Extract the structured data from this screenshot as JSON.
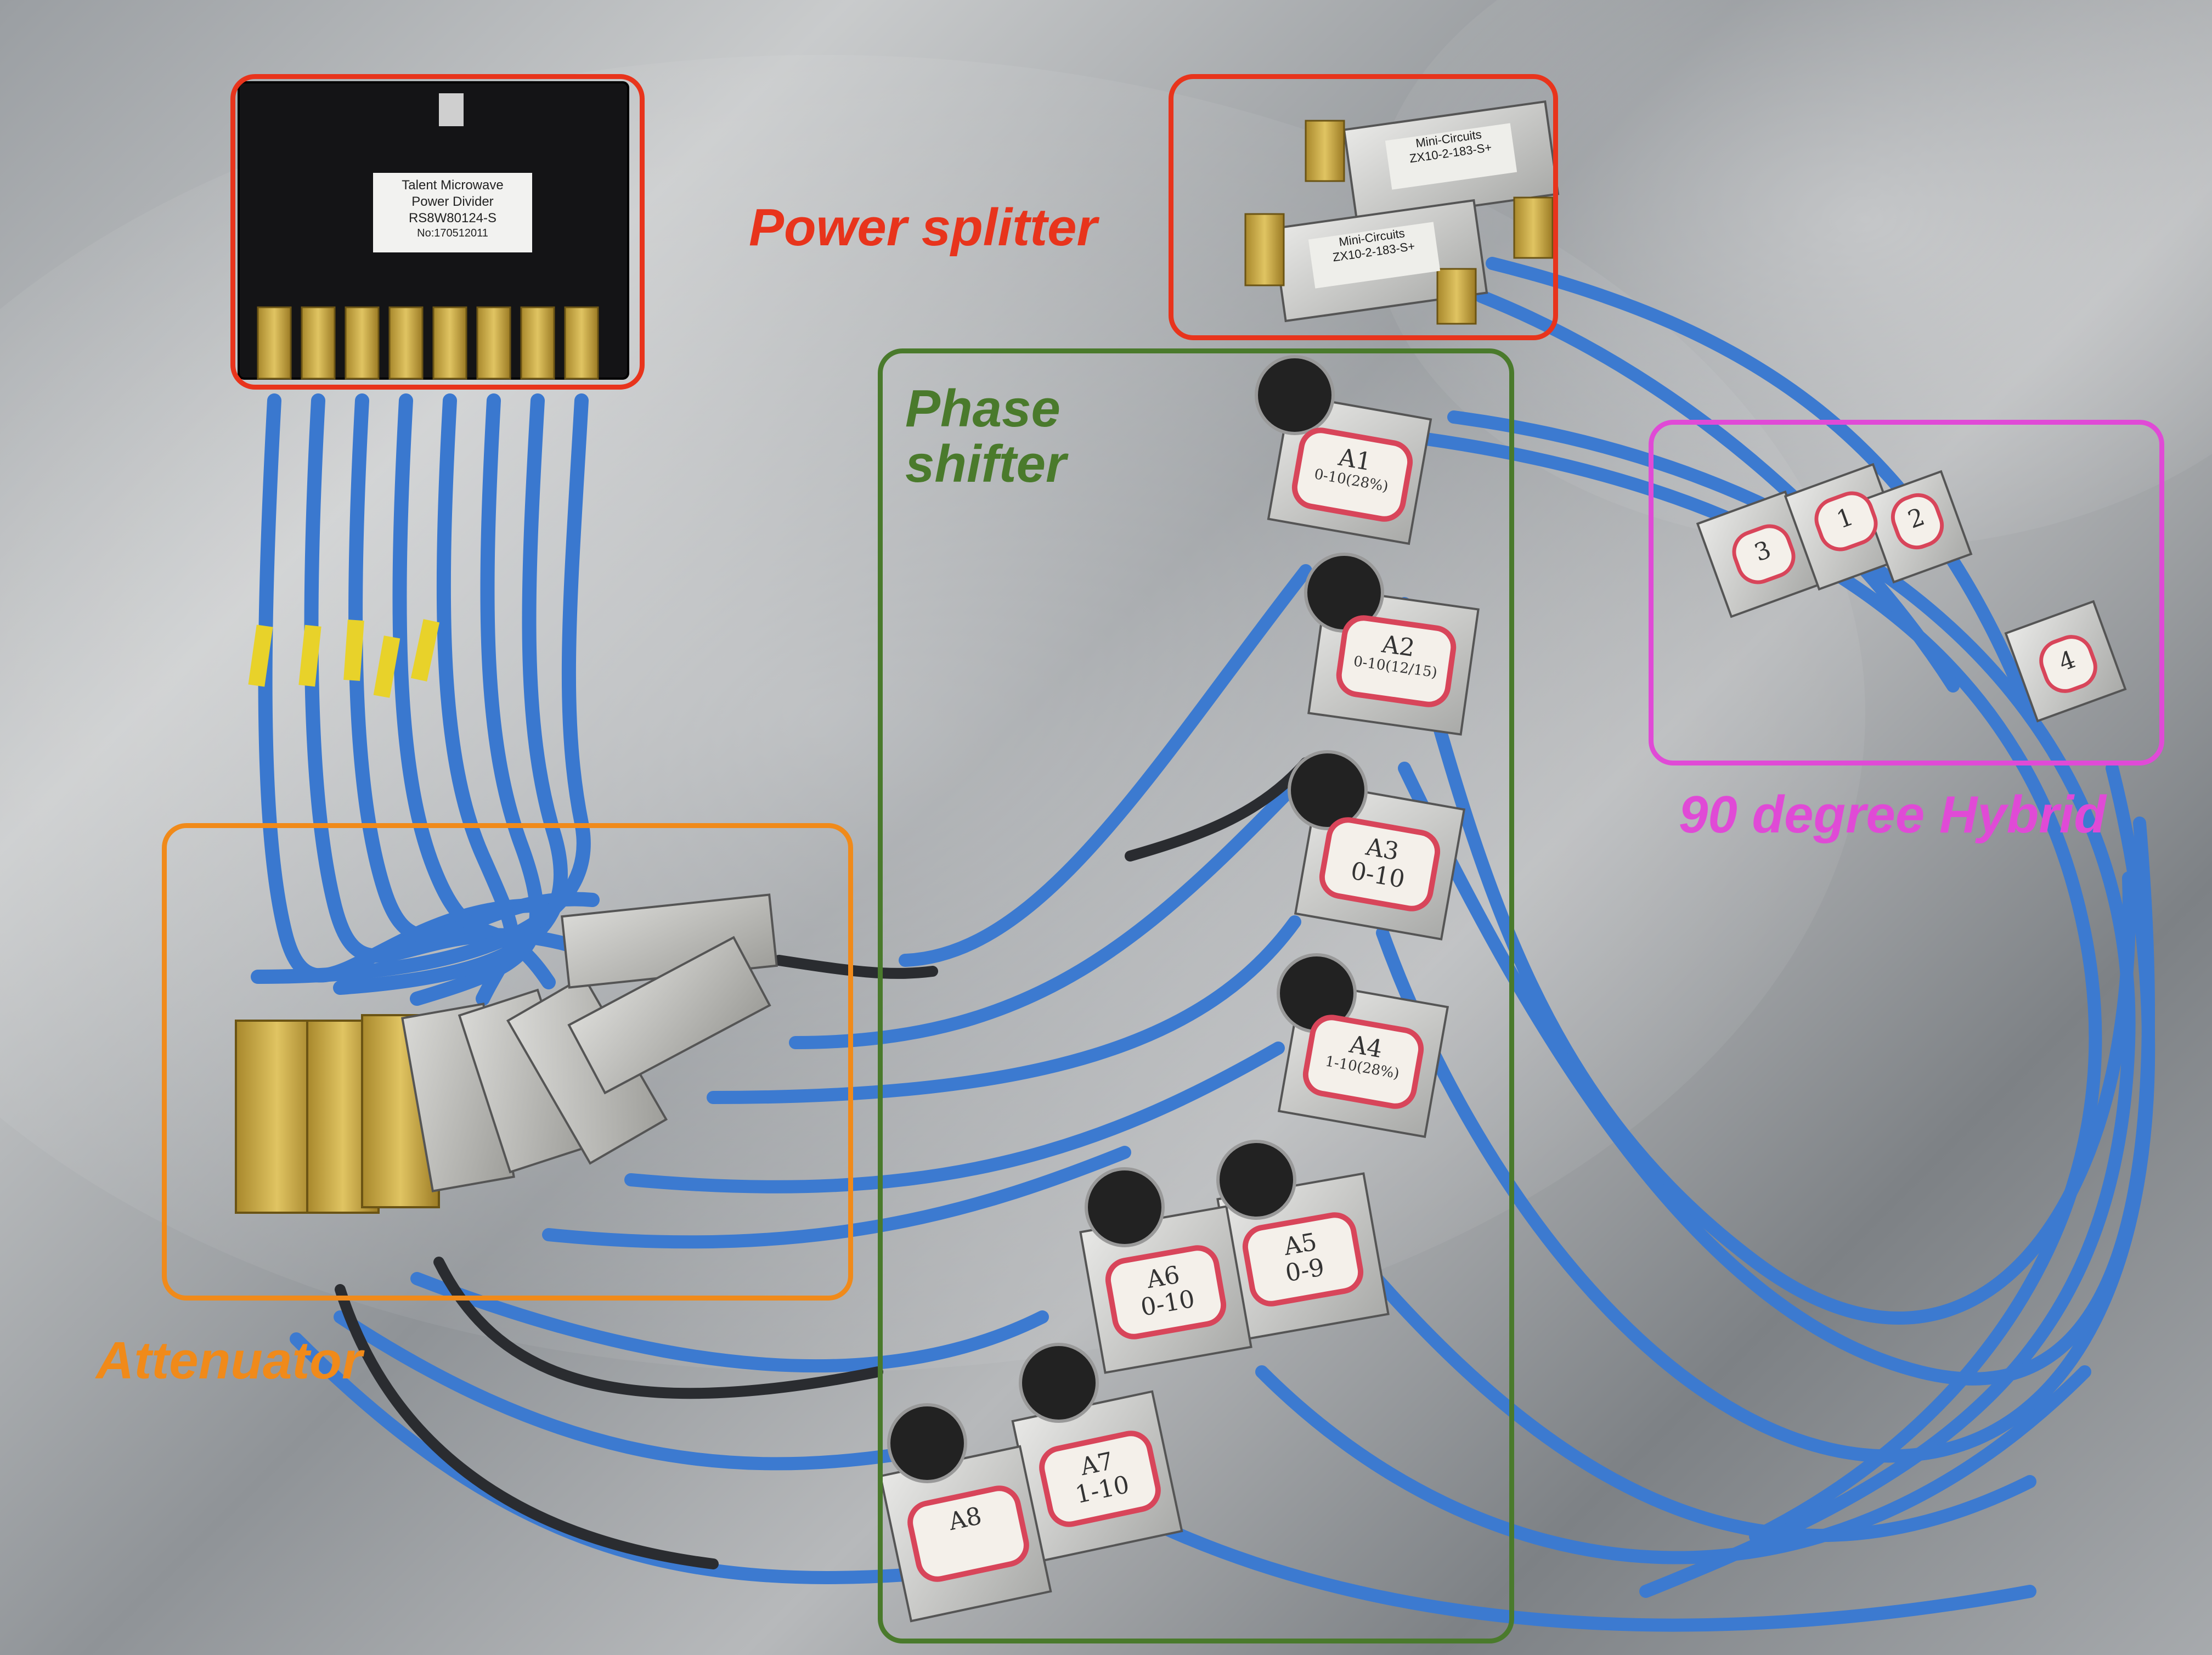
{
  "annotations": {
    "power_splitter": {
      "label": "Power splitter",
      "color": "#e8341c"
    },
    "phase_shifter": {
      "label": "Phase\nshifter",
      "color": "#4a7a2c"
    },
    "hybrid": {
      "label": "90 degree Hybrid",
      "color": "#e04ad6"
    },
    "attenuator": {
      "label": "Attenuator",
      "color": "#f08a1a"
    }
  },
  "power_divider": {
    "line1": "Talent Microwave",
    "line2": "Power Divider",
    "model": "RS8W80124-S",
    "serial": "No:170512011"
  },
  "splitters": [
    {
      "brand": "Mini-Circuits",
      "model": "ZX10-2-183-S+"
    },
    {
      "brand": "Mini-Circuits",
      "model": "ZX10-2-183-S+"
    }
  ],
  "phase_shifters": [
    {
      "id": "A1",
      "range": "0-10(28%)"
    },
    {
      "id": "A2",
      "range": "0-10(12/15)"
    },
    {
      "id": "A3",
      "range": "0-10"
    },
    {
      "id": "A4",
      "range": "1-10(28%)"
    },
    {
      "id": "A5",
      "range": "0-9"
    },
    {
      "id": "A6",
      "range": "0-10"
    },
    {
      "id": "A7",
      "range": "1-10"
    },
    {
      "id": "A8",
      "range": ""
    }
  ],
  "hybrids": [
    "3",
    "1",
    "2",
    "4"
  ]
}
